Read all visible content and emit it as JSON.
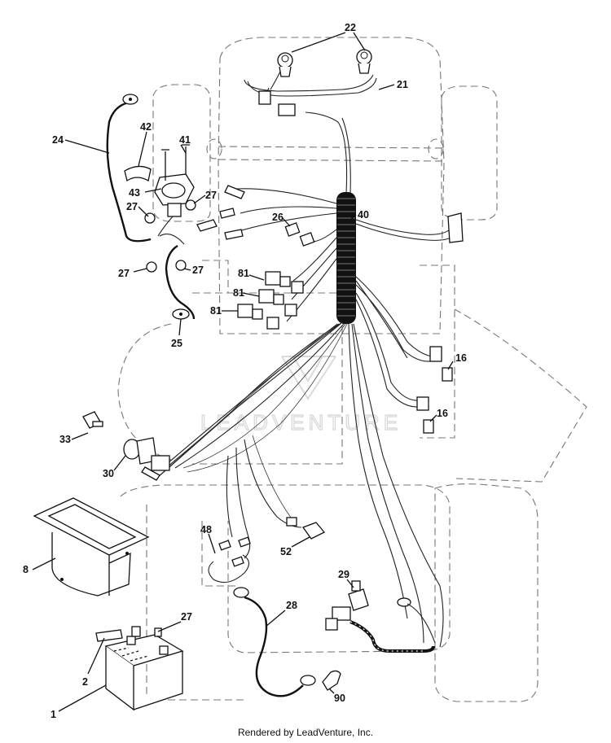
{
  "callouts": {
    "c1": "1",
    "c2": "2",
    "c8": "8",
    "c16a": "16",
    "c16b": "16",
    "c21": "21",
    "c22": "22",
    "c24": "24",
    "c25": "25",
    "c26": "26",
    "c27a": "27",
    "c27b": "27",
    "c27c": "27",
    "c27d": "27",
    "c27e": "27",
    "c28": "28",
    "c29": "29",
    "c30": "30",
    "c33": "33",
    "c40": "40",
    "c41": "41",
    "c42": "42",
    "c43": "43",
    "c48": "48",
    "c52": "52",
    "c81a": "81",
    "c81b": "81",
    "c81c": "81",
    "c90": "90"
  },
  "watermark": {
    "text": "LEADVENTURE"
  },
  "footer": {
    "credit": "Rendered by LeadVenture, Inc."
  }
}
